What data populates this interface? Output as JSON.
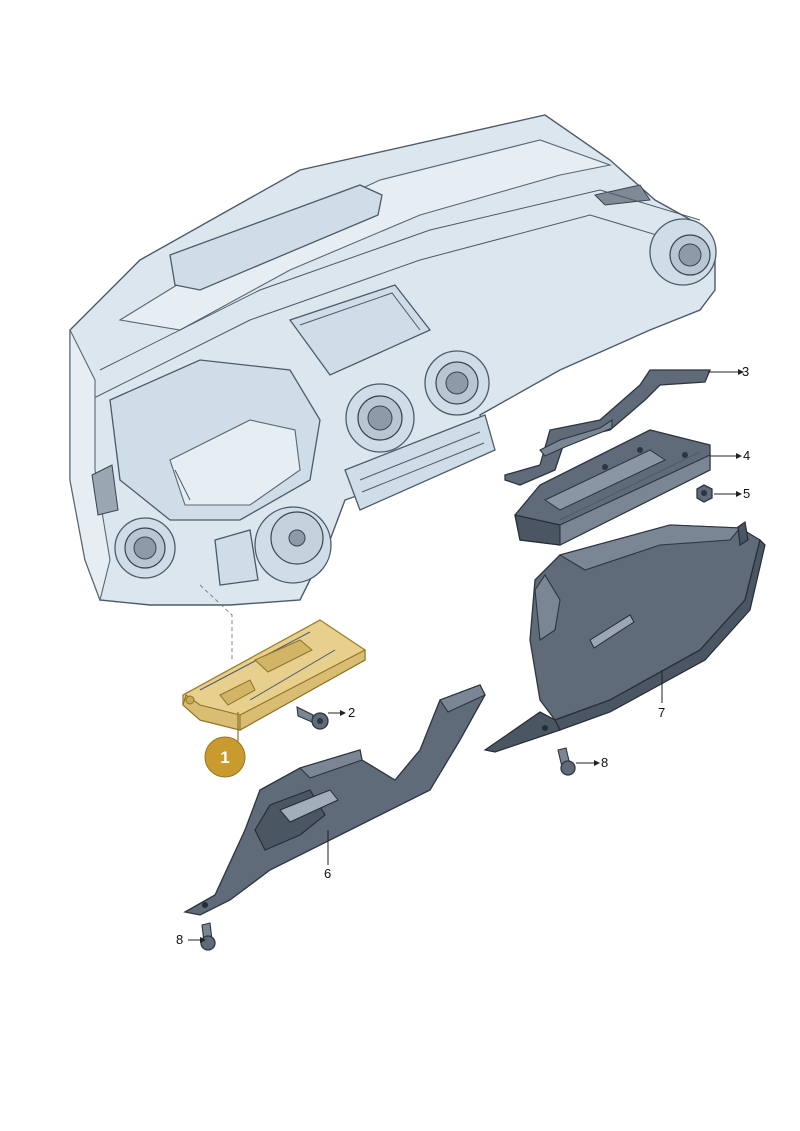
{
  "diagram": {
    "callouts": [
      {
        "id": "1",
        "text": "1"
      },
      {
        "id": "2",
        "text": "2"
      },
      {
        "id": "3",
        "text": "3"
      },
      {
        "id": "4",
        "text": "4"
      },
      {
        "id": "5",
        "text": "5"
      },
      {
        "id": "6",
        "text": "6"
      },
      {
        "id": "7",
        "text": "7"
      },
      {
        "id": "8a",
        "text": "8"
      },
      {
        "id": "8b",
        "text": "8"
      }
    ],
    "colors": {
      "highlight_part": "#e7cf8e",
      "badge": "#c99a2e",
      "dashboard": "#dbe6ee",
      "parts_dark": "#5f6b78"
    },
    "highlighted_callout": "1"
  }
}
